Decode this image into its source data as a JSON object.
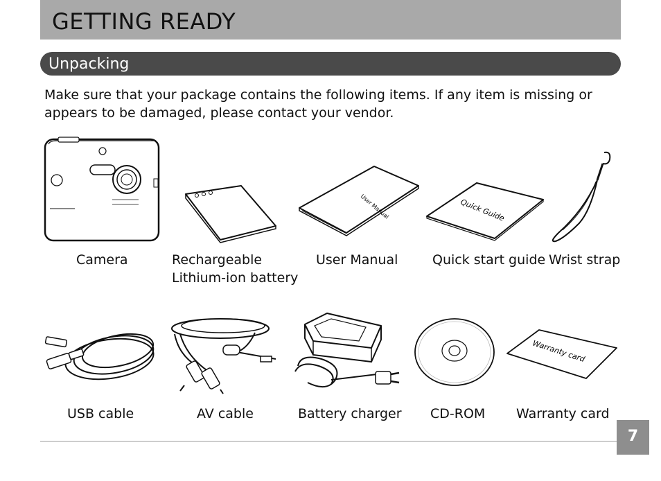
{
  "header": {
    "title": "GETTING READY"
  },
  "section": {
    "title": "Unpacking"
  },
  "intro": {
    "text": "Make sure that your package contains the following items. If any item is missing or appears to be damaged, please contact your vendor."
  },
  "items": [
    {
      "label": "Camera",
      "icon": "camera-icon"
    },
    {
      "label": "Rechargeable\nLithium-ion battery",
      "icon": "battery-icon"
    },
    {
      "label": "User Manual",
      "icon": "user-manual-icon",
      "print": "User Manual"
    },
    {
      "label": "Quick start guide",
      "icon": "quick-guide-icon",
      "print": "Quick Guide"
    },
    {
      "label": "Wrist strap",
      "icon": "wrist-strap-icon"
    },
    {
      "label": "USB cable",
      "icon": "usb-cable-icon"
    },
    {
      "label": "AV cable",
      "icon": "av-cable-icon"
    },
    {
      "label": "Battery charger",
      "icon": "battery-charger-icon"
    },
    {
      "label": "CD-ROM",
      "icon": "cd-rom-icon"
    },
    {
      "label": "Warranty card",
      "icon": "warranty-card-icon",
      "print": "Warranty card"
    }
  ],
  "footer": {
    "page_number": "7"
  }
}
